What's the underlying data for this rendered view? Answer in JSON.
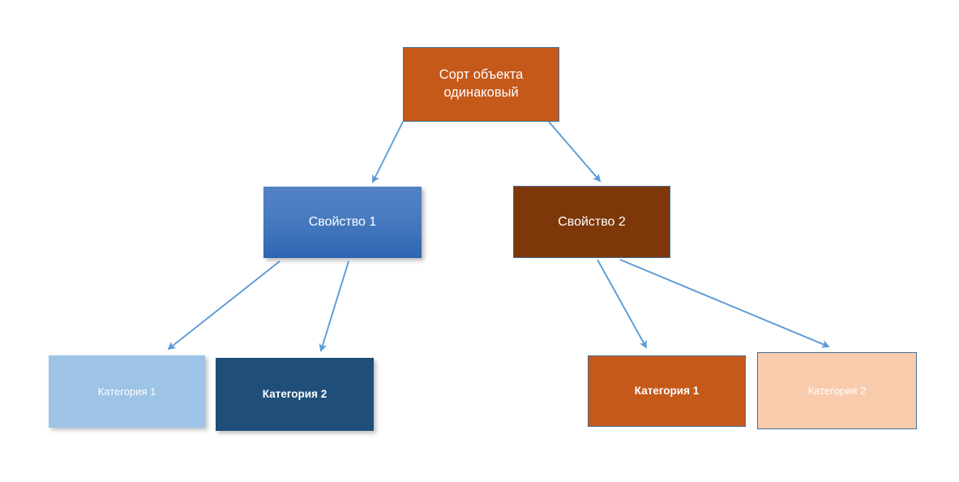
{
  "diagram": {
    "title_text": "Сорт объекта одинаковый",
    "nodes": {
      "root": {
        "label": "Сорт объекта\nодинаковый",
        "fill": "#c5591a",
        "border": "#41719c",
        "text_color": "#ffffff"
      },
      "property_1": {
        "label": "Свойство 1",
        "fill": "#3f72bd",
        "border": "none",
        "text_color": "#ffffff"
      },
      "property_2": {
        "label": "Свойство 2",
        "fill": "#7d3709",
        "border": "#41719c",
        "text_color": "#ffffff"
      },
      "category_1_left": {
        "label": "Категория 1",
        "fill": "#9dc3e6",
        "border": "none",
        "text_color": "#ffffff"
      },
      "category_2_left": {
        "label": "Категория 2",
        "fill": "#1f4e79",
        "border": "none",
        "text_color": "#ffffff"
      },
      "category_1_right": {
        "label": "Категория 1",
        "fill": "#c5591a",
        "border": "#41719c",
        "text_color": "#ffffff"
      },
      "category_2_right": {
        "label": "Категория 2",
        "fill": "#f8cbad",
        "border": "#41719c",
        "text_color": "#ffffff"
      }
    },
    "connectors": {
      "color": "#5b9bd5",
      "arrow_head": "triangle",
      "edges": [
        {
          "name": "root-to-property-1",
          "from": "root",
          "to": "property_1"
        },
        {
          "name": "root-to-property-2",
          "from": "root",
          "to": "property_2"
        },
        {
          "name": "property-1-to-category-1-left",
          "from": "property_1",
          "to": "category_1_left"
        },
        {
          "name": "property-1-to-category-2-left",
          "from": "property_1",
          "to": "category_2_left"
        },
        {
          "name": "property-2-to-category-1-right",
          "from": "property_2",
          "to": "category_1_right"
        },
        {
          "name": "property-2-to-category-2-right",
          "from": "property_2",
          "to": "category_2_right"
        }
      ]
    },
    "background": "#ffffff"
  }
}
